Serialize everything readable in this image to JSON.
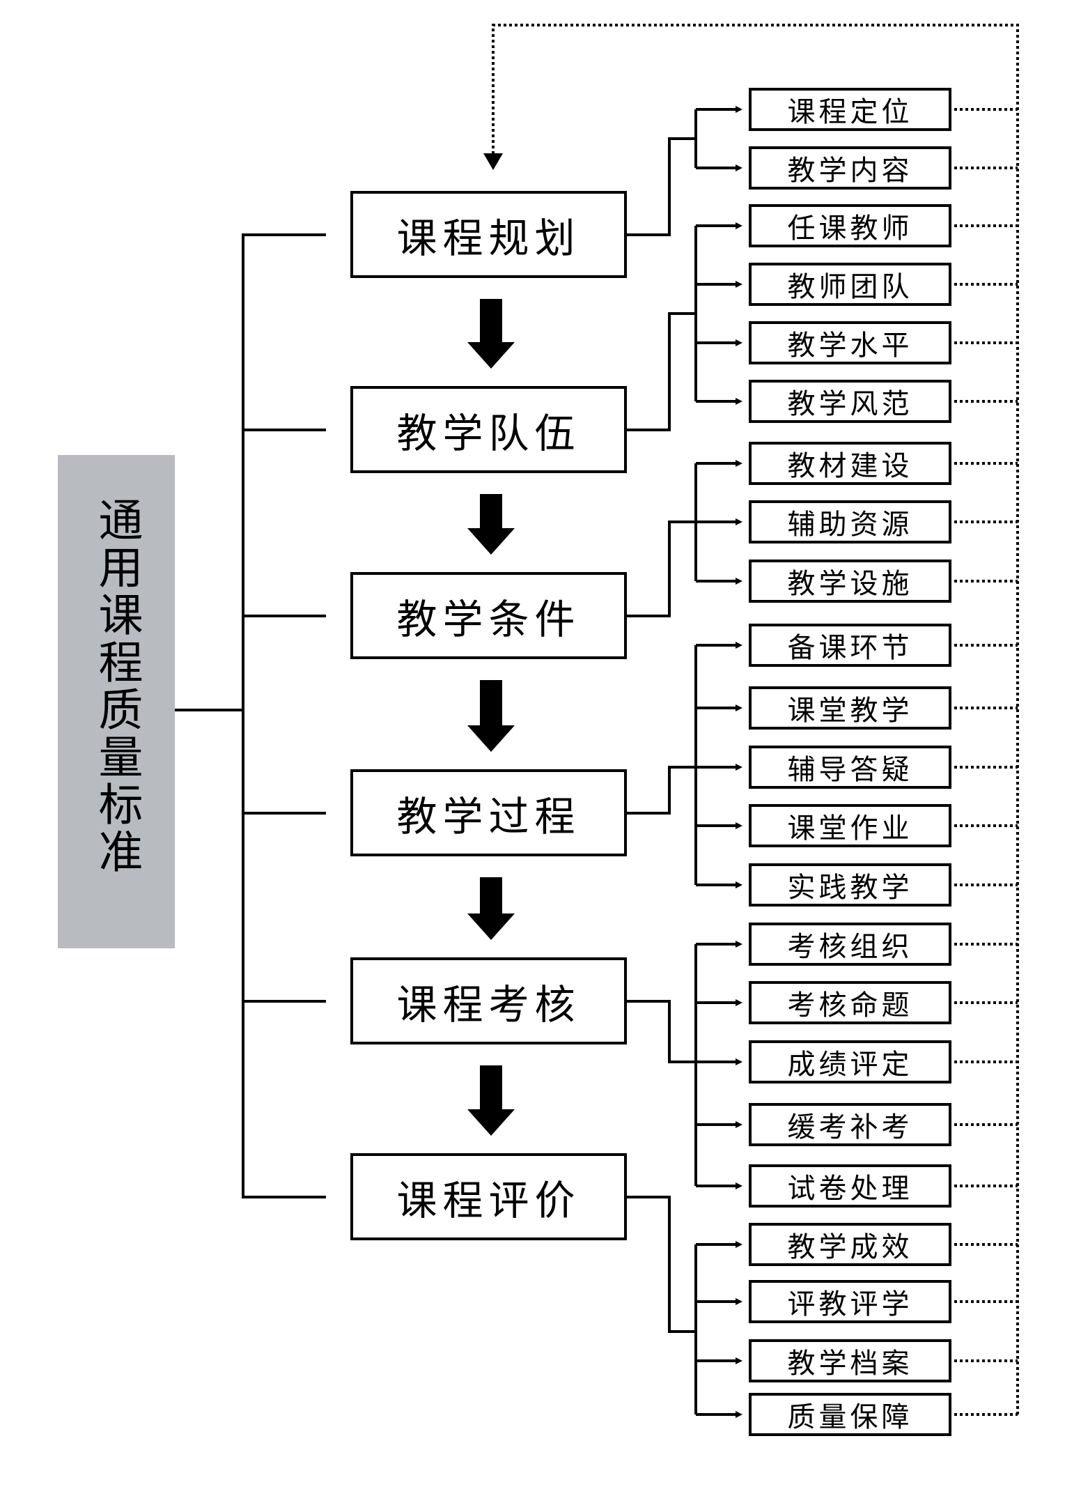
{
  "diagram": {
    "title": "通用课程质量标准",
    "colors": {
      "root_fill": "#b8bbbf",
      "line": "#000000",
      "box_fill": "#ffffff"
    },
    "feedback_loop": "dotted line from every sub-item back to 课程规划",
    "stages": [
      {
        "label": "课程规划",
        "items": [
          "课程定位",
          "教学内容"
        ]
      },
      {
        "label": "教学队伍",
        "items": [
          "任课教师",
          "教师团队",
          "教学水平",
          "教学风范"
        ]
      },
      {
        "label": "教学条件",
        "items": [
          "教材建设",
          "辅助资源",
          "教学设施"
        ]
      },
      {
        "label": "教学过程",
        "items": [
          "备课环节",
          "课堂教学",
          "辅导答疑",
          "课堂作业",
          "实践教学"
        ]
      },
      {
        "label": "课程考核",
        "items": [
          "考核组织",
          "考核命题",
          "成绩评定",
          "缓考补考",
          "试卷处理"
        ]
      },
      {
        "label": "课程评价",
        "items": [
          "教学成效",
          "评教评学",
          "教学档案",
          "质量保障"
        ]
      }
    ]
  }
}
